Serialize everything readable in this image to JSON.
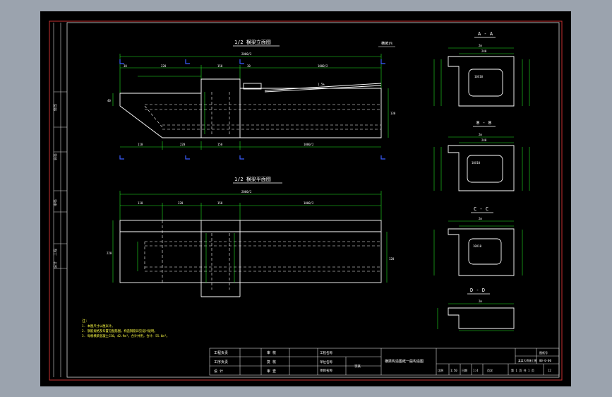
{
  "drawing": {
    "elevation_title": "1/2 横梁立面图",
    "plan_title": "1/2 横梁平面图",
    "elevation_note": "横坡i%",
    "slope_label": "1.5%",
    "section_a": "A - A",
    "section_b": "B - B",
    "section_c": "C - C",
    "section_d": "D - D",
    "overall_dim": "2000/2",
    "dim_row": [
      "30",
      "220",
      "150",
      "30",
      "1000/2"
    ],
    "dim_bottom": [
      "110",
      "220",
      "150",
      "1000/2"
    ],
    "plan_dims": [
      "110",
      "220",
      "150",
      "1000/2"
    ],
    "vertical_dims": [
      "40",
      "120",
      "130",
      "220"
    ],
    "section_width": "2m",
    "section_inner": "240",
    "cell_label": "10X10"
  },
  "notes": {
    "heading": "注：",
    "lines": [
      "1. 本图尺寸以厘米计。",
      "2. 钢筋规格及布置见配筋图，构造钢筋详见设计说明。",
      "3. 每根横梁混凝土C50，42.9m³，合计共用，合计：55.6m³。"
    ]
  },
  "title_block": {
    "rows": [
      "工程负责",
      "工序负责",
      "设   计"
    ],
    "reviews": [
      "审 核",
      "复 核",
      "审 查"
    ],
    "mid": [
      "工程名称",
      "单位名称",
      "项目名称"
    ],
    "designer": "李某",
    "title": "横梁构造图纸一般构造图",
    "drawing_number_label": "图纸号",
    "project": "某某大桥施工图",
    "drawing_no": "00-0-00",
    "bottom": [
      "比例",
      "1:50",
      "日期",
      "1:4",
      "页次"
    ],
    "page": "第 1 页 共 1 页",
    "sheet": "12"
  },
  "left_strip": [
    "修改",
    "会签",
    "审核",
    "工程",
    "设计"
  ]
}
